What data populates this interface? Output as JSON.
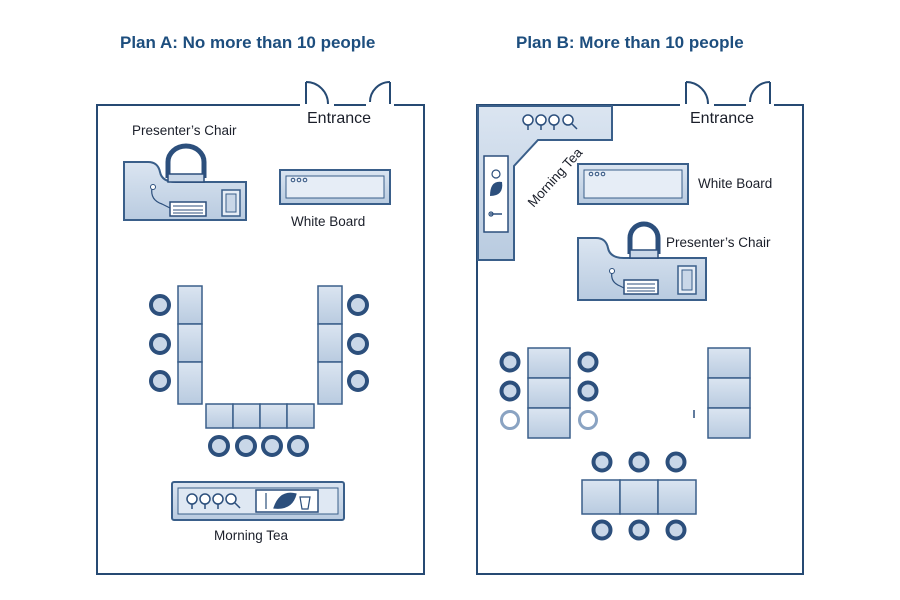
{
  "plan_a": {
    "title": "Plan A: No more than 10 people",
    "labels": {
      "entrance": "Entrance",
      "presenters_chair": "Presenter’s Chair",
      "white_board": "White Board",
      "morning_tea": "Morning Tea"
    }
  },
  "plan_b": {
    "title": "Plan B: More than 10 people",
    "labels": {
      "entrance": "Entrance",
      "white_board": "White Board",
      "presenters_chair": "Presenter’s Chair",
      "morning_tea": "Morning Tea"
    }
  },
  "colors": {
    "wall": "#264a73",
    "furniture_fill": "#c9d7e8",
    "furniture_stroke": "#3a5f8a",
    "chair_dark": "#2c4f7c",
    "title": "#1d4e7e"
  },
  "icons": [
    "door-icon",
    "chair-icon",
    "desk-icon",
    "laptop-icon",
    "whiteboard-icon",
    "table-icon",
    "cups-icon",
    "tea-tray-icon"
  ]
}
